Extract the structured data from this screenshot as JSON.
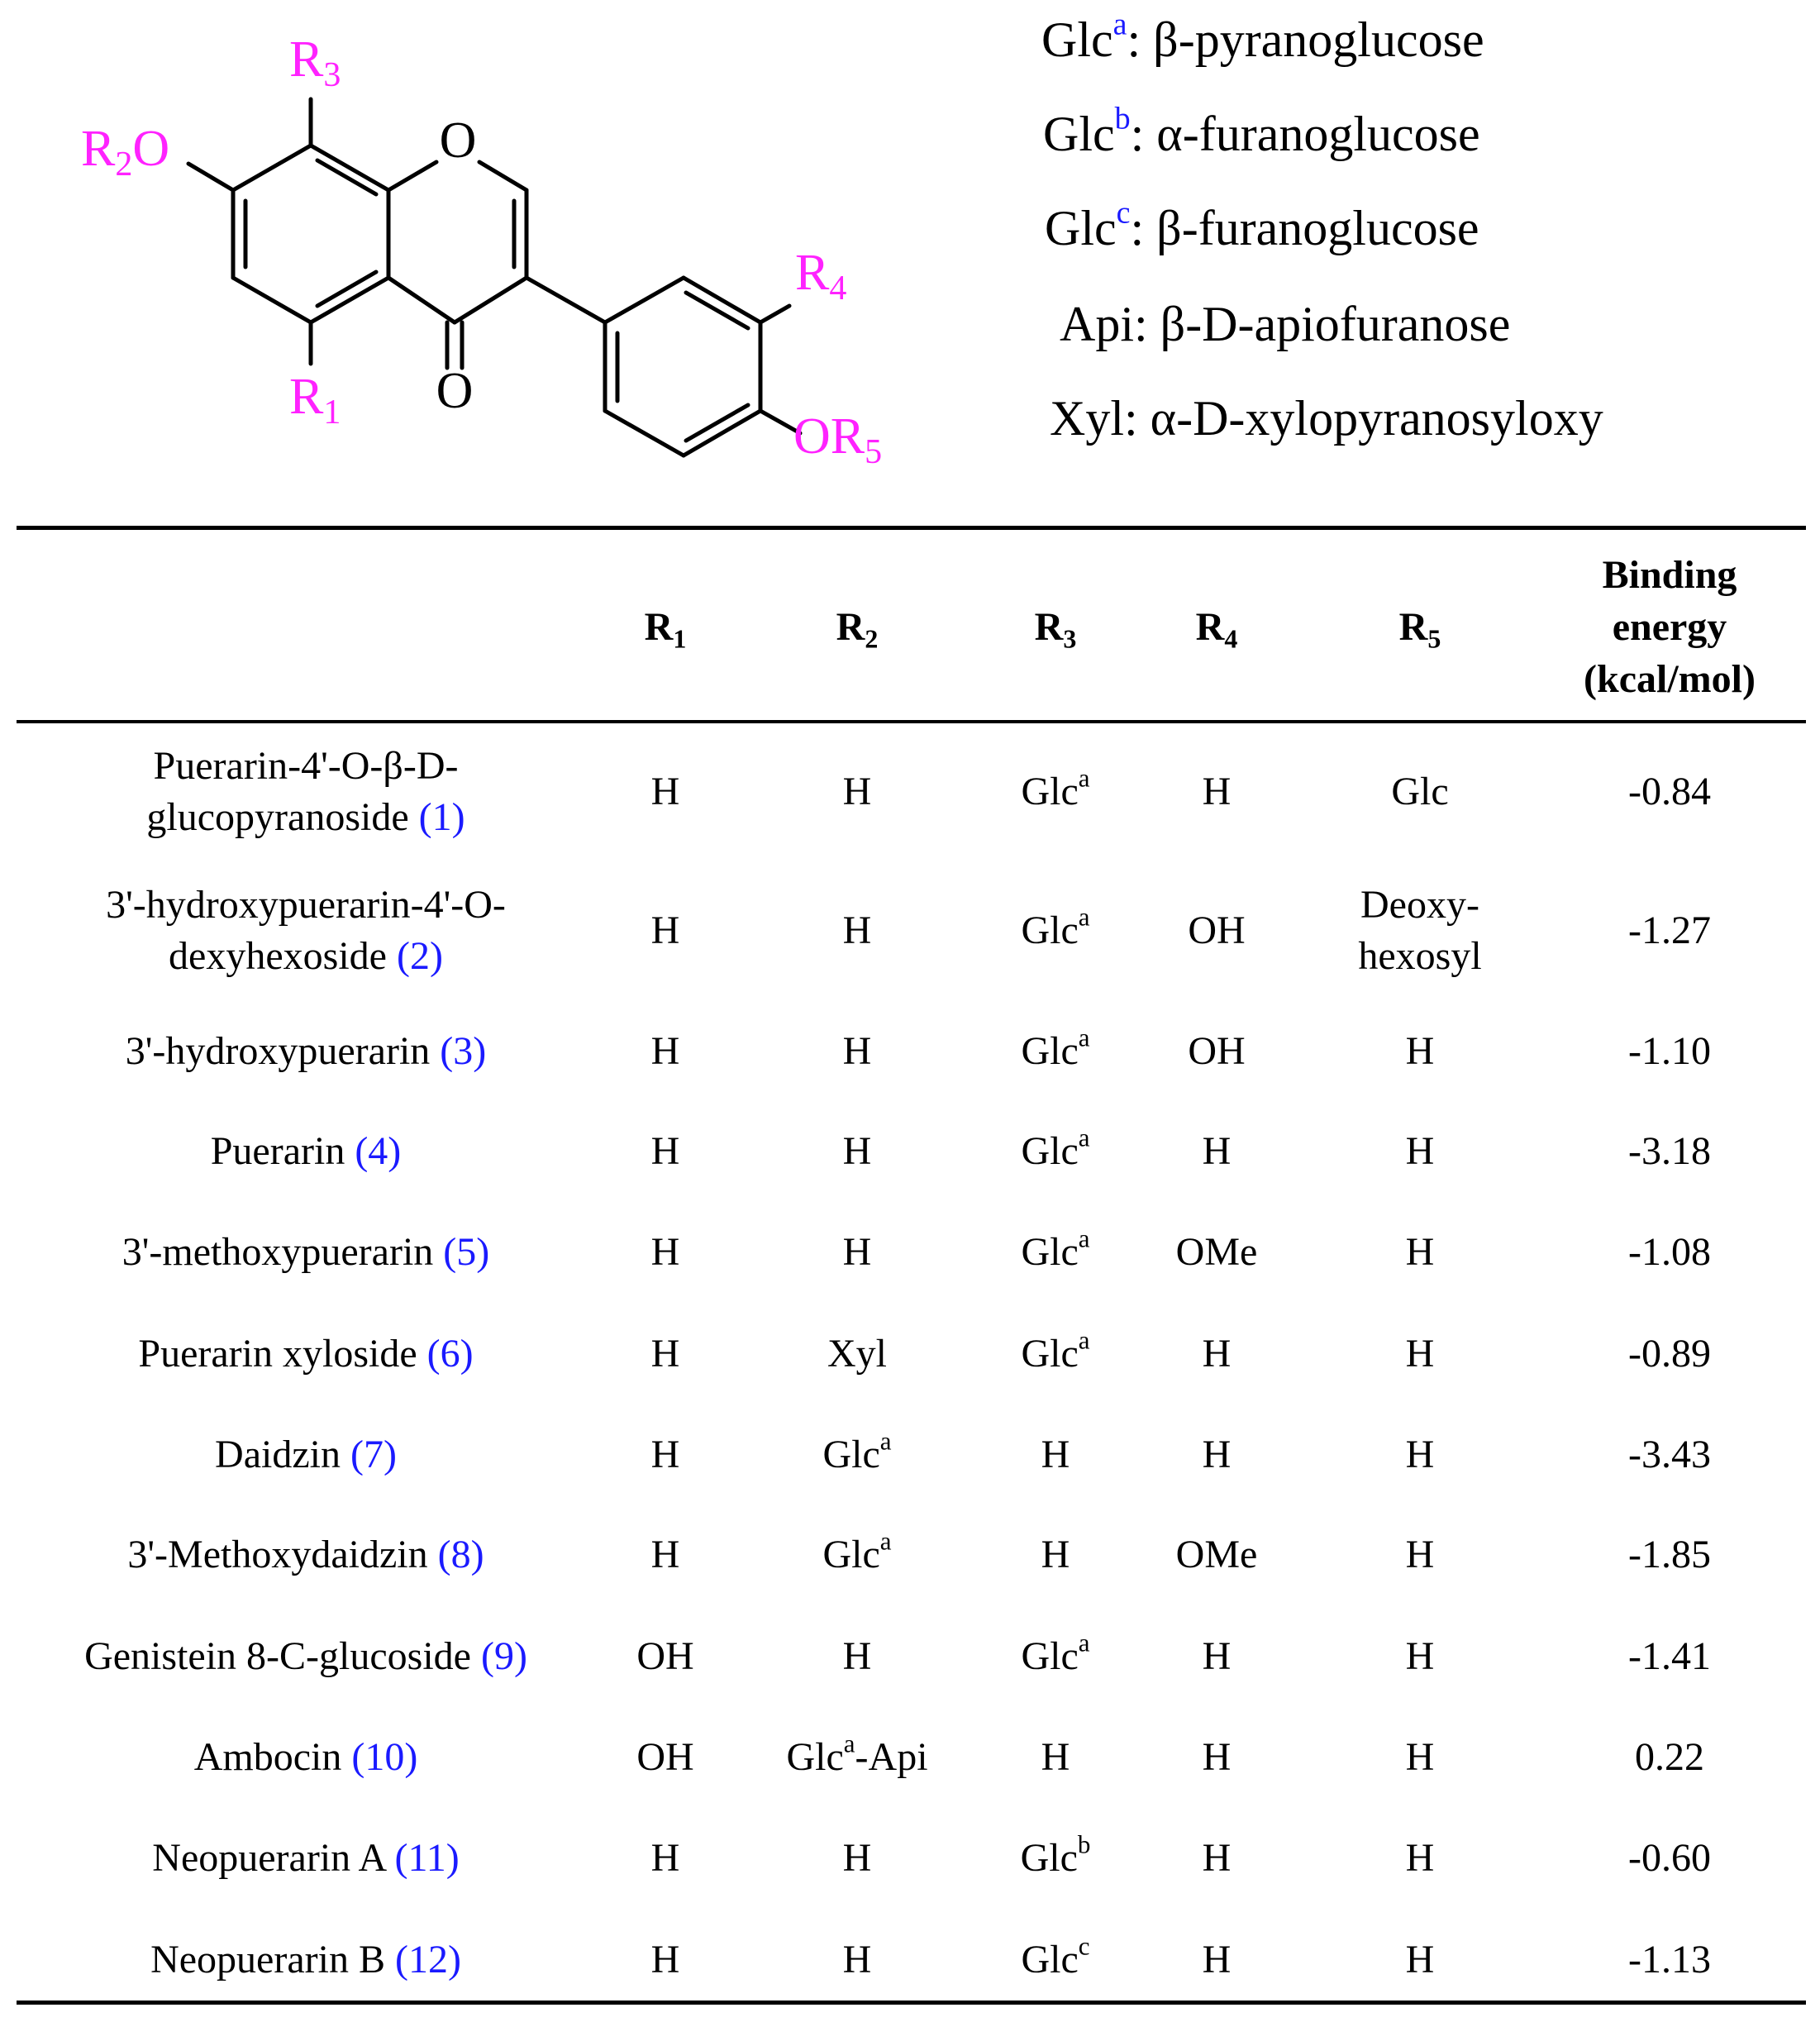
{
  "structure": {
    "labels": {
      "r1": "R1",
      "r2o": "R2O",
      "r3": "R3",
      "r4": "R4",
      "or5": "OR5",
      "ring_o": "O",
      "carbonyl_o": "O"
    },
    "colors": {
      "substituent": "#ff22ff",
      "bond": "#000000"
    }
  },
  "legend": [
    {
      "abbr": "Glc",
      "sup": "a",
      "desc": ": β-pyranoglucose"
    },
    {
      "abbr": "Glc",
      "sup": "b",
      "desc": ": α-furanoglucose"
    },
    {
      "abbr": "Glc",
      "sup": "c",
      "desc": ": β-furanoglucose"
    },
    {
      "abbr": "Api",
      "sup": "",
      "desc": ": β-D-apiofuranose"
    },
    {
      "abbr": "Xyl",
      "sup": "",
      "desc": ": α-D-xylopyranosyloxy"
    }
  ],
  "table": {
    "headers": {
      "r1": {
        "main": "R",
        "sub": "1"
      },
      "r2": {
        "main": "R",
        "sub": "2"
      },
      "r3": {
        "main": "R",
        "sub": "3"
      },
      "r4": {
        "main": "R",
        "sub": "4"
      },
      "r5": {
        "main": "R",
        "sub": "5"
      },
      "energy": [
        "Binding",
        "energy",
        "(kcal/mol)"
      ]
    },
    "rows": [
      {
        "name": [
          "Puerarin-4'-O-β-D-",
          "glucopyranoside "
        ],
        "num": "(1)",
        "r1": "H",
        "r2": [
          "H",
          ""
        ],
        "r3": [
          "Glc",
          "a"
        ],
        "r4": "H",
        "r5": [
          "Glc"
        ],
        "energy": "-0.84"
      },
      {
        "name": [
          "3'-hydroxypuerarin-4'-O-",
          "dexyhexoside "
        ],
        "num": "(2)",
        "r1": "H",
        "r2": [
          "H",
          ""
        ],
        "r3": [
          "Glc",
          "a"
        ],
        "r4": "OH",
        "r5": [
          "Deoxy-",
          "hexosyl"
        ],
        "energy": "-1.27"
      },
      {
        "name": [
          "3'-hydroxypuerarin "
        ],
        "num": "(3)",
        "r1": "H",
        "r2": [
          "H",
          ""
        ],
        "r3": [
          "Glc",
          "a"
        ],
        "r4": "OH",
        "r5": [
          "H"
        ],
        "energy": "-1.10"
      },
      {
        "name": [
          "Puerarin "
        ],
        "num": "(4)",
        "r1": "H",
        "r2": [
          "H",
          ""
        ],
        "r3": [
          "Glc",
          "a"
        ],
        "r4": "H",
        "r5": [
          "H"
        ],
        "energy": "-3.18"
      },
      {
        "name": [
          "3'-methoxypuerarin "
        ],
        "num": "(5)",
        "r1": "H",
        "r2": [
          "H",
          ""
        ],
        "r3": [
          "Glc",
          "a"
        ],
        "r4": "OMe",
        "r5": [
          "H"
        ],
        "energy": "-1.08"
      },
      {
        "name": [
          "Puerarin xyloside "
        ],
        "num": "(6)",
        "r1": "H",
        "r2": [
          "Xyl",
          ""
        ],
        "r3": [
          "Glc",
          "a"
        ],
        "r4": "H",
        "r5": [
          "H"
        ],
        "energy": "-0.89"
      },
      {
        "name": [
          "Daidzin "
        ],
        "num": "(7)",
        "r1": "H",
        "r2": [
          "Glc",
          "a"
        ],
        "r3": [
          "H",
          ""
        ],
        "r4": "H",
        "r5": [
          "H"
        ],
        "energy": "-3.43"
      },
      {
        "name": [
          "3'-Methoxydaidzin "
        ],
        "num": "(8)",
        "r1": "H",
        "r2": [
          "Glc",
          "a"
        ],
        "r3": [
          "H",
          ""
        ],
        "r4": "OMe",
        "r5": [
          "H"
        ],
        "energy": "-1.85"
      },
      {
        "name": [
          "Genistein 8-C-glucoside "
        ],
        "num": "(9)",
        "r1": "OH",
        "r2": [
          "H",
          ""
        ],
        "r3": [
          "Glc",
          "a"
        ],
        "r4": "H",
        "r5": [
          "H"
        ],
        "energy": "-1.41"
      },
      {
        "name": [
          "Ambocin "
        ],
        "num": "(10)",
        "r1": "OH",
        "r2": [
          "Glc",
          "a",
          "-Api"
        ],
        "r3": [
          "H",
          ""
        ],
        "r4": "H",
        "r5": [
          "H"
        ],
        "energy": "0.22"
      },
      {
        "name": [
          "Neopuerarin A "
        ],
        "num": "(11)",
        "r1": "H",
        "r2": [
          "H",
          ""
        ],
        "r3": [
          "Glc",
          "b"
        ],
        "r4": "H",
        "r5": [
          "H"
        ],
        "energy": "-0.60"
      },
      {
        "name": [
          "Neopuerarin B "
        ],
        "num": "(12)",
        "r1": "H",
        "r2": [
          "H",
          ""
        ],
        "r3": [
          "Glc",
          "c"
        ],
        "r4": "H",
        "r5": [
          "H"
        ],
        "energy": "-1.13"
      }
    ]
  }
}
